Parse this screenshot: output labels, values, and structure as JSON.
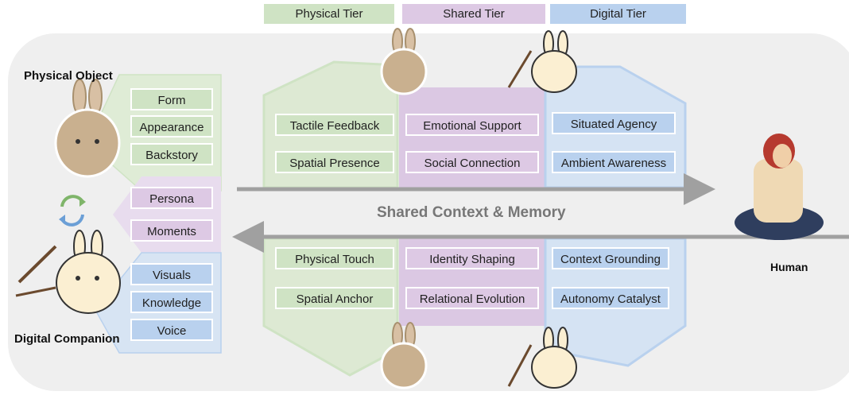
{
  "legend": {
    "physical": "Physical Tier",
    "shared": "Shared Tier",
    "digital": "Digital Tier"
  },
  "left": {
    "physical_object": "Physical Object",
    "digital_companion": "Digital Companion",
    "physical_items": [
      "Form",
      "Appearance",
      "Backstory"
    ],
    "shared_items": [
      "Persona",
      "Moments"
    ],
    "digital_items": [
      "Visuals",
      "Knowledge",
      "Voice"
    ]
  },
  "top_row": {
    "physical": [
      "Tactile Feedback",
      "Spatial Presence"
    ],
    "shared": [
      "Emotional Support",
      "Social Connection"
    ],
    "digital": [
      "Situated Agency",
      "Ambient Awareness"
    ]
  },
  "bottom_row": {
    "physical": [
      "Physical Touch",
      "Spatial Anchor"
    ],
    "shared": [
      "Identity Shaping",
      "Relational Evolution"
    ],
    "digital": [
      "Context Grounding",
      "Autonomy Catalyst"
    ]
  },
  "center_title": "Shared Context & Memory",
  "human_label": "Human",
  "colors": {
    "physical": "#cfe3c4",
    "shared": "#ddc9e4",
    "digital": "#b9d1ee",
    "panel": "#efefef",
    "arrow": "#a0a0a0"
  },
  "icons": [
    "bunny-plush-icon",
    "bunny-digital-icon",
    "sync-cycle-icon",
    "human-figure-icon"
  ]
}
